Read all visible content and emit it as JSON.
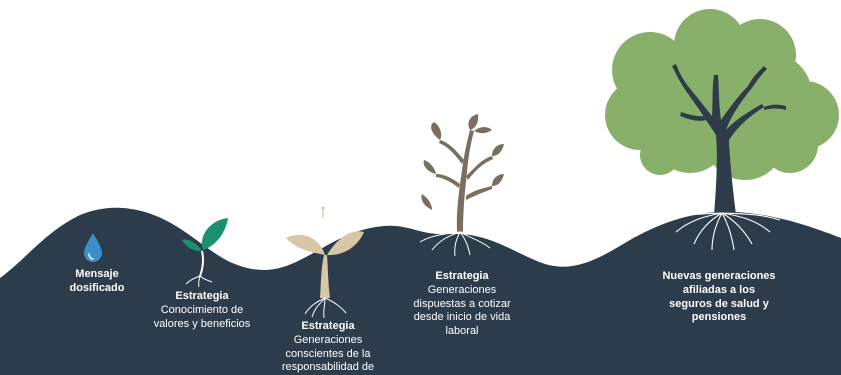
{
  "colors": {
    "ground": "#2c3c4b",
    "tree_foliage": "#89b06a",
    "tree_trunk": "#2e3b48",
    "plant_brown": "#7a6e5e",
    "seedling_beige": "#d8c7a6",
    "sprout_green": "#1a9070",
    "drop_blue": "#3a8fc9",
    "text": "#ffffff"
  },
  "stages": [
    {
      "icon": "water-drop-icon",
      "heading": "Mensaje\ndosificado",
      "text": ""
    },
    {
      "icon": "sprout-icon",
      "heading": "Estrategia",
      "text": "Conocimiento de\nvalores y beneficios"
    },
    {
      "icon": "seedling-icon",
      "heading": "Estrategia",
      "text": "Generaciones\nconscientes de la\nresponsabilidad de"
    },
    {
      "icon": "young-plant-icon",
      "heading": "Estrategia",
      "text": "Generaciones\ndispuestas a cotizar\ndesde inicio de vida\nlaboral"
    },
    {
      "icon": "tree-icon",
      "heading": "Nuevas generaciones\nafiliadas a los\nseguros de salud y\npensiones",
      "text": ""
    }
  ]
}
